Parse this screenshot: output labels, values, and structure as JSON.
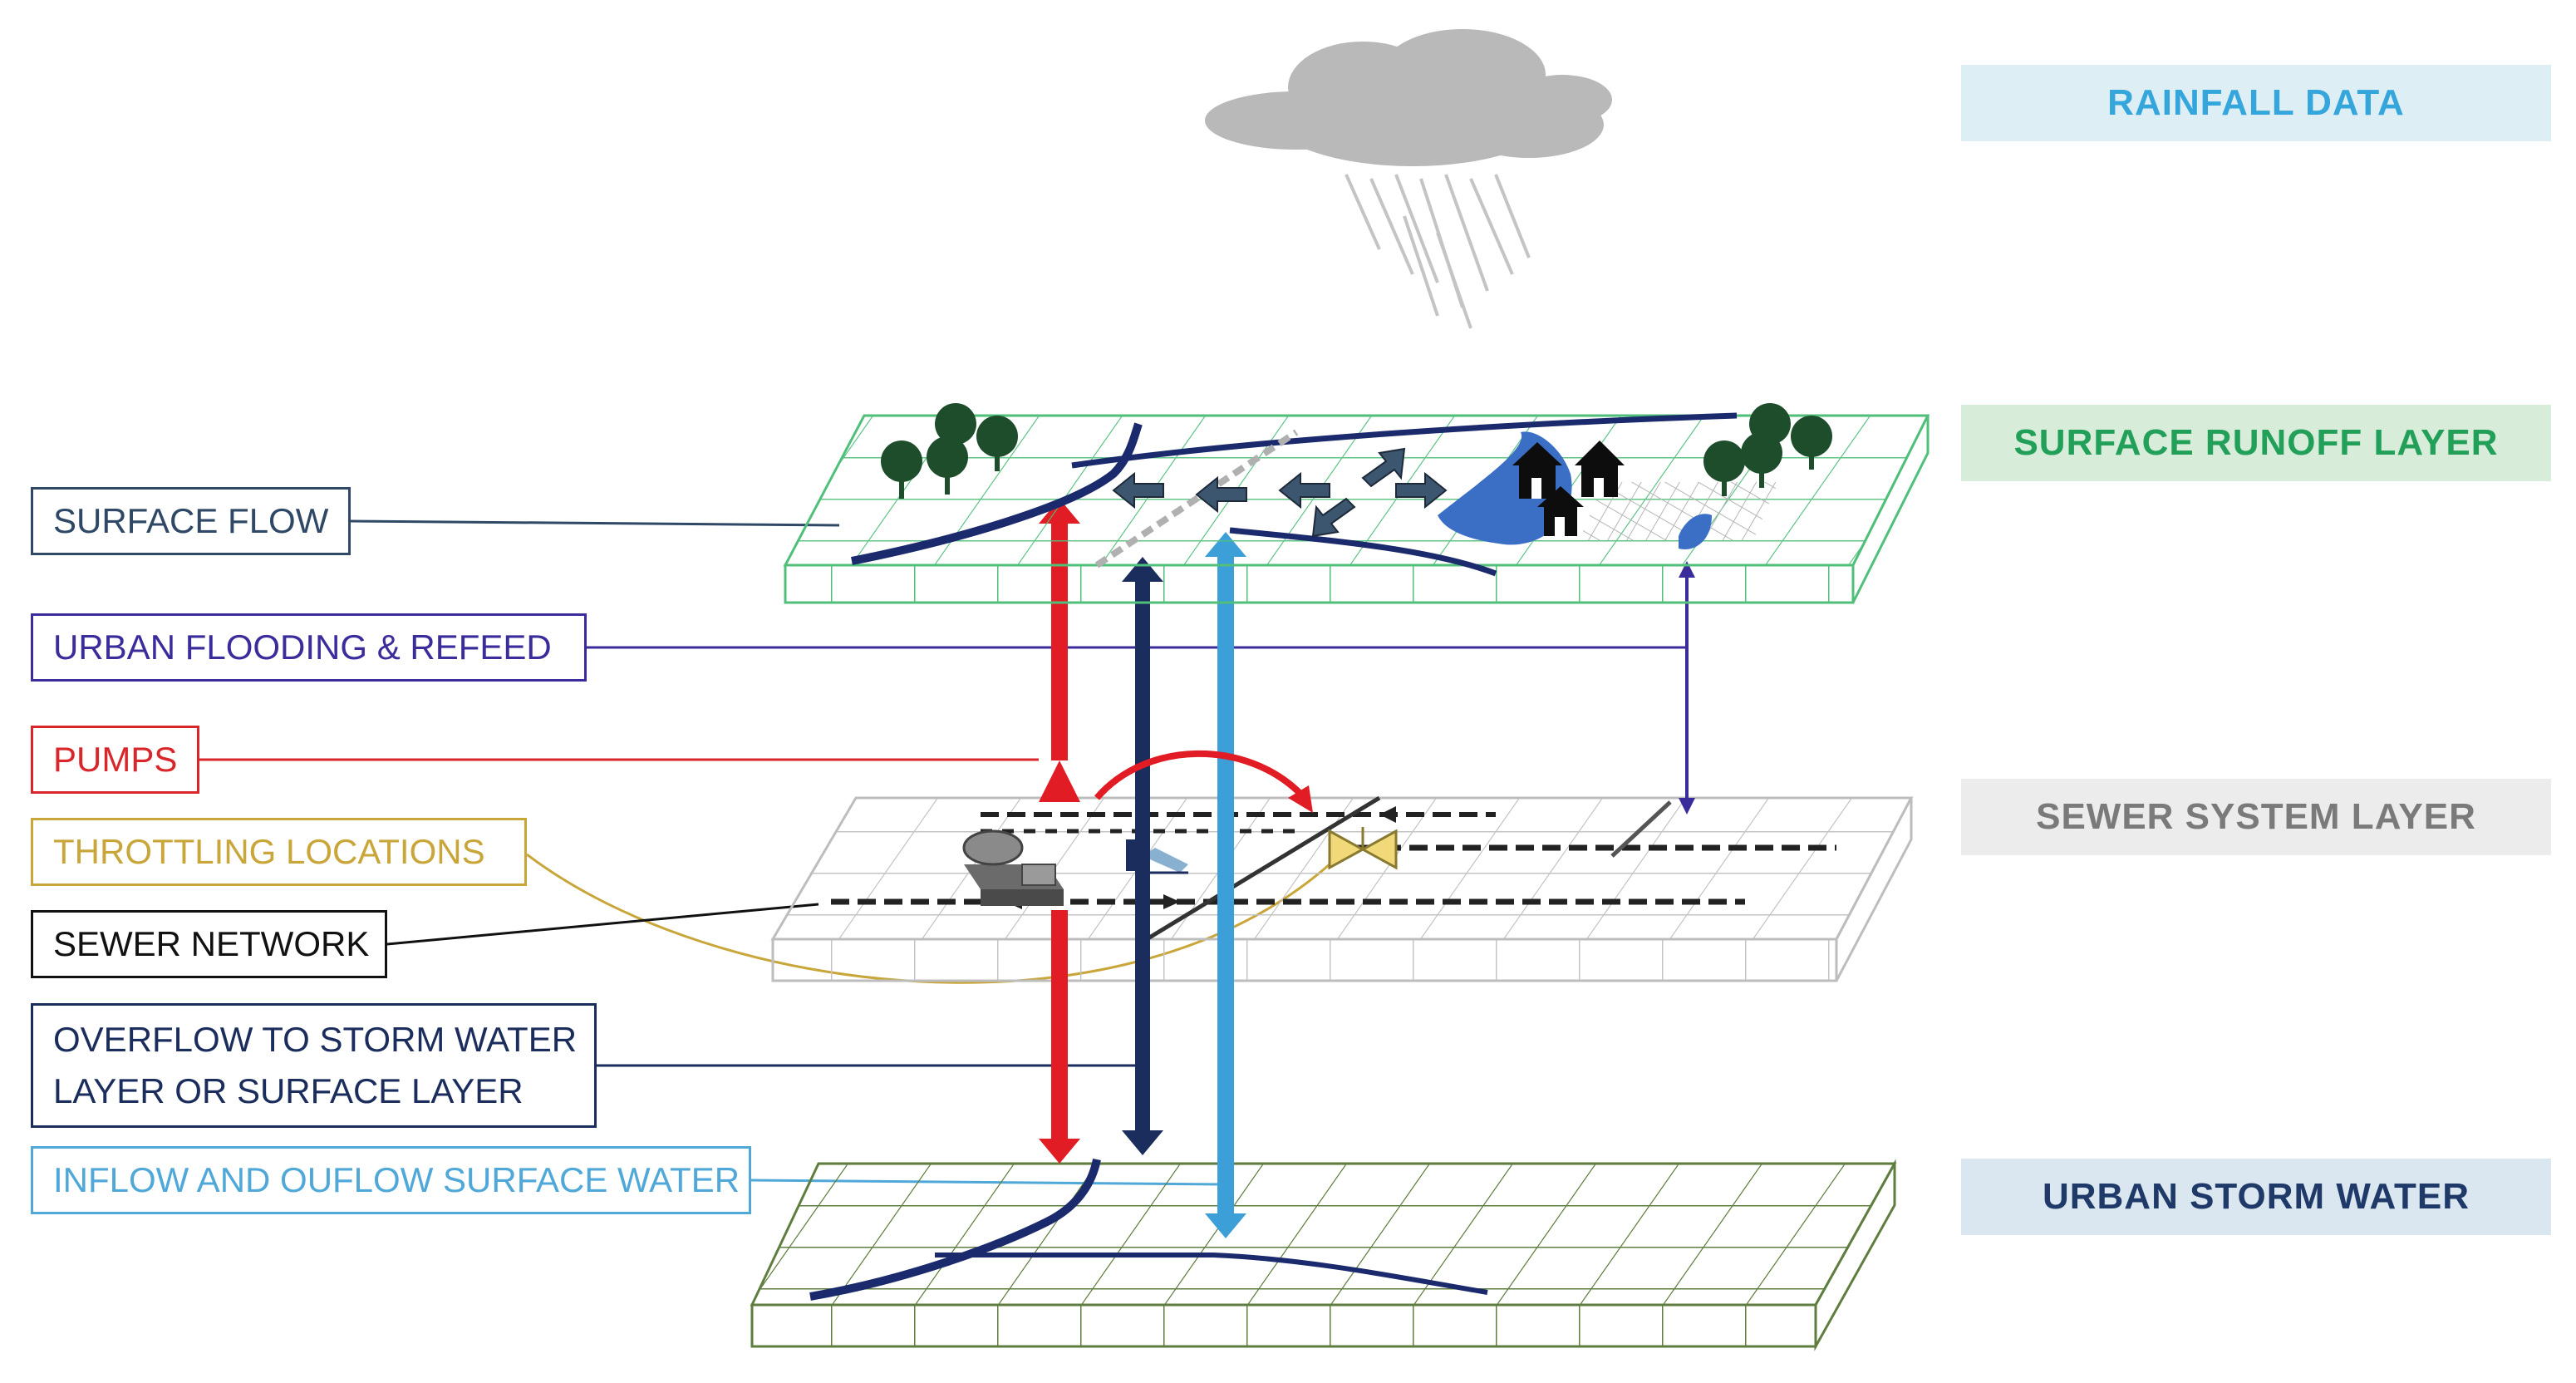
{
  "labels": {
    "surface_flow": "SURFACE FLOW",
    "urban_flooding": "URBAN FLOODING & REFEED",
    "pumps": "PUMPS",
    "throttling": "THROTTLING LOCATIONS",
    "sewer_network": "SEWER NETWORK",
    "overflow_line1": "OVERFLOW TO STORM WATER",
    "overflow_line2": "LAYER OR SURFACE LAYER",
    "inflow": "INFLOW AND OUFLOW SURFACE WATER"
  },
  "layers": {
    "rainfall": "RAINFALL DATA",
    "surface_runoff": "SURFACE RUNOFF LAYER",
    "sewer_system": "SEWER SYSTEM LAYER",
    "urban_storm": "URBAN STORM  WATER"
  },
  "colors": {
    "surface_flow": "#2f4866",
    "urban_flooding": "#3b2c9c",
    "pumps": "#d9262b",
    "throttling": "#c9a63a",
    "sewer_network": "#111111",
    "overflow": "#1b2d5c",
    "inflow": "#4fa8d8",
    "rainfall_bg": "#ddeef5",
    "rainfall_text": "#35a6dc",
    "runoff_bg": "#d7ecd9",
    "runoff_text": "#22a05a",
    "sewer_bg": "#ececec",
    "sewer_text": "#7a7a7a",
    "storm_bg": "#dbe7f0",
    "storm_text": "#1f3a68",
    "surface_grid": "#4fbf7a",
    "storm_grid": "#5e7d3e",
    "sewer_grid": "#bdbdbd",
    "river": "#1a2a6c"
  },
  "icons": [
    "cloud-icon",
    "rain-icon",
    "tree-icon",
    "house-icon",
    "pond-icon",
    "pump-station-icon",
    "valve-icon",
    "weir-icon",
    "flow-arrow-icon"
  ]
}
